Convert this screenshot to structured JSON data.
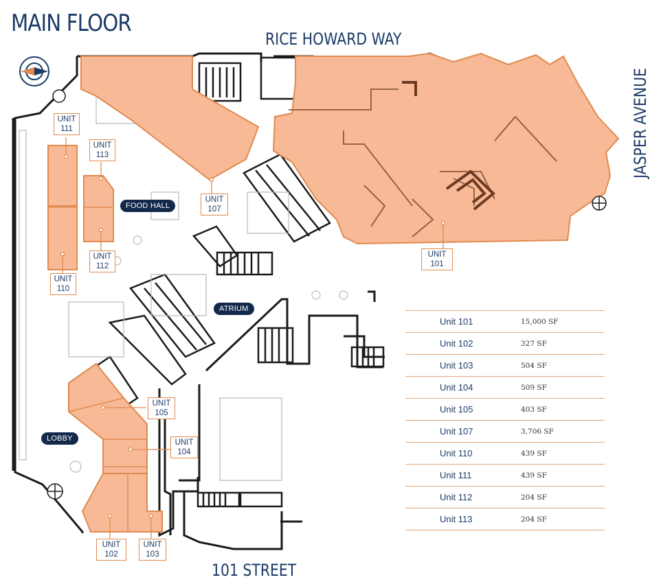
{
  "title": "MAIN FLOOR",
  "streets": {
    "north": "RICE HOWARD WAY",
    "east": "JASPER AVENUE",
    "south": "101 STREET"
  },
  "areas": {
    "food_hall": "FOOD HALL",
    "atrium": "ATRIUM",
    "lobby": "LOBBY"
  },
  "unit_labels": {
    "u101": "UNIT\n101",
    "u102": "UNIT\n102",
    "u103": "UNIT\n103",
    "u104": "UNIT\n104",
    "u105": "UNIT\n105",
    "u107": "UNIT\n107",
    "u110": "UNIT\n110",
    "u111": "UNIT\n111",
    "u112": "UNIT\n112",
    "u113": "UNIT\n113"
  },
  "units": [
    {
      "unit": "Unit 101",
      "size": "15,000 SF"
    },
    {
      "unit": "Unit 102",
      "size": "327 SF"
    },
    {
      "unit": "Unit 103",
      "size": "504 SF"
    },
    {
      "unit": "Unit 104",
      "size": "509 SF"
    },
    {
      "unit": "Unit 105",
      "size": "403 SF"
    },
    {
      "unit": "Unit 107",
      "size": "3,706 SF"
    },
    {
      "unit": "Unit 110",
      "size": "439 SF"
    },
    {
      "unit": "Unit 111",
      "size": "439 SF"
    },
    {
      "unit": "Unit 112",
      "size": "204 SF"
    },
    {
      "unit": "Unit 113",
      "size": "204 SF"
    }
  ],
  "colors": {
    "unit_fill": "#f7b996",
    "unit_stroke": "#e08a4f",
    "navy": "#1b3a66",
    "pill": "#13294b",
    "wall": "#1a1a1a"
  }
}
